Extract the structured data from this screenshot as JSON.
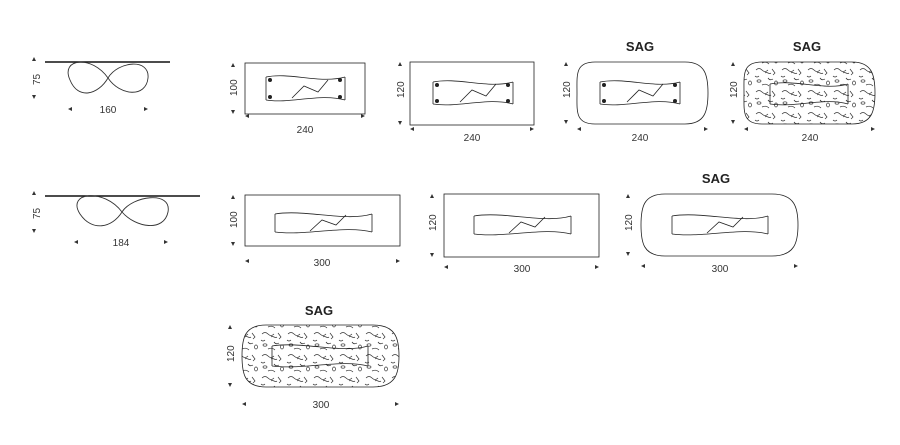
{
  "side_views": [
    {
      "id": "side-160",
      "height": "75",
      "length": "160"
    },
    {
      "id": "side-184",
      "height": "75",
      "length": "184"
    }
  ],
  "plans": [
    {
      "id": "plan-240x100",
      "length": "240",
      "depth": "100",
      "shape": "rect",
      "finish": "plain",
      "label": ""
    },
    {
      "id": "plan-240x120",
      "length": "240",
      "depth": "120",
      "shape": "rect",
      "finish": "plain",
      "label": ""
    },
    {
      "id": "plan-240x120-sag",
      "length": "240",
      "depth": "120",
      "shape": "rounded",
      "finish": "plain",
      "label": "SAG"
    },
    {
      "id": "plan-240x120-sag-pattern",
      "length": "240",
      "depth": "120",
      "shape": "rounded",
      "finish": "pattern",
      "label": "SAG"
    },
    {
      "id": "plan-300x100",
      "length": "300",
      "depth": "100",
      "shape": "rect",
      "finish": "plain",
      "label": ""
    },
    {
      "id": "plan-300x120",
      "length": "300",
      "depth": "120",
      "shape": "rect",
      "finish": "plain",
      "label": ""
    },
    {
      "id": "plan-300x120-sag",
      "length": "300",
      "depth": "120",
      "shape": "rounded",
      "finish": "plain",
      "label": "SAG"
    },
    {
      "id": "plan-300x120-sag-pattern",
      "length": "300",
      "depth": "120",
      "shape": "rounded",
      "finish": "pattern",
      "label": "SAG"
    }
  ]
}
